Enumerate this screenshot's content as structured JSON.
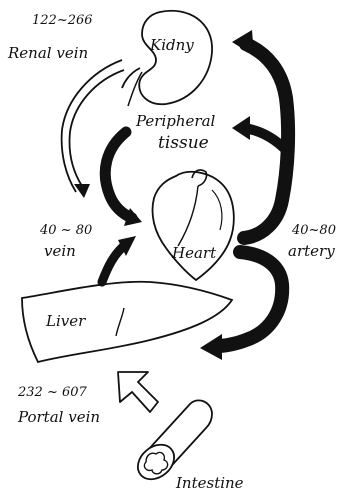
{
  "labels": {
    "kidney": "Kidny",
    "peripheral_line1": "Peripheral",
    "peripheral_line2": "tissue",
    "heart": "Heart",
    "liver": "Liver",
    "intestine": "Intestine",
    "renal_vein_value": "122~266",
    "renal_vein": "Renal vein",
    "vein_value": "40 ~ 80",
    "vein": "vein",
    "artery_value": "40~80",
    "artery": "artery",
    "portal_vein_value": "232 ~ 607",
    "portal_vein": "Portal vein"
  },
  "colors": {
    "ink": "#111111",
    "paper": "#ffffff"
  }
}
